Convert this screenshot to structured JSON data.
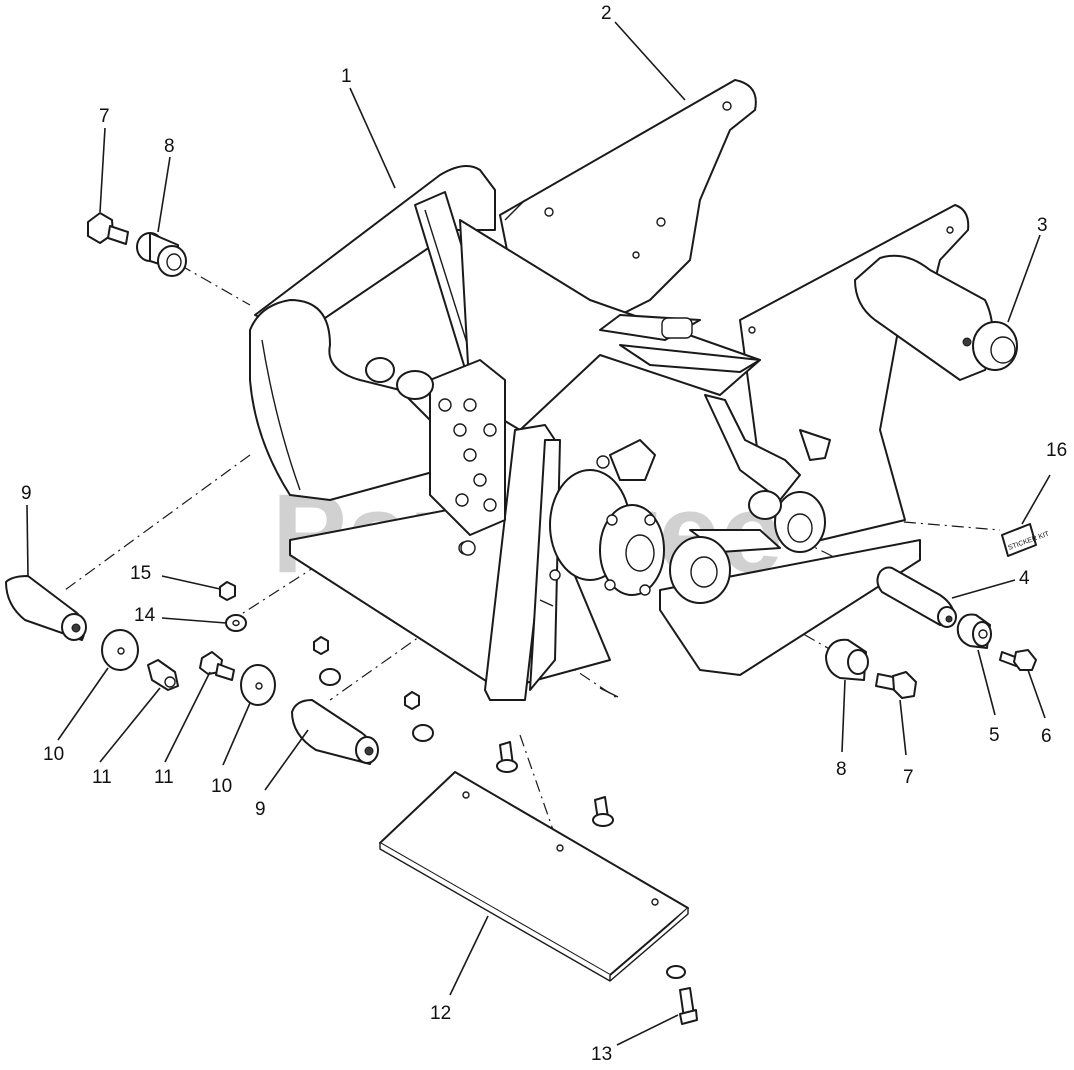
{
  "watermark": "PartsTree",
  "sticker_text": "STICKER KIT",
  "callouts": {
    "c1": "1",
    "c2": "2",
    "c3": "3",
    "c4": "4",
    "c5": "5",
    "c6": "6",
    "c7a": "7",
    "c7b": "7",
    "c8a": "8",
    "c8b": "8",
    "c9a": "9",
    "c9b": "9",
    "c10a": "10",
    "c10b": "10",
    "c11a": "11",
    "c11b": "11",
    "c12": "12",
    "c13": "13",
    "c14": "14",
    "c15": "15",
    "c16": "16"
  }
}
